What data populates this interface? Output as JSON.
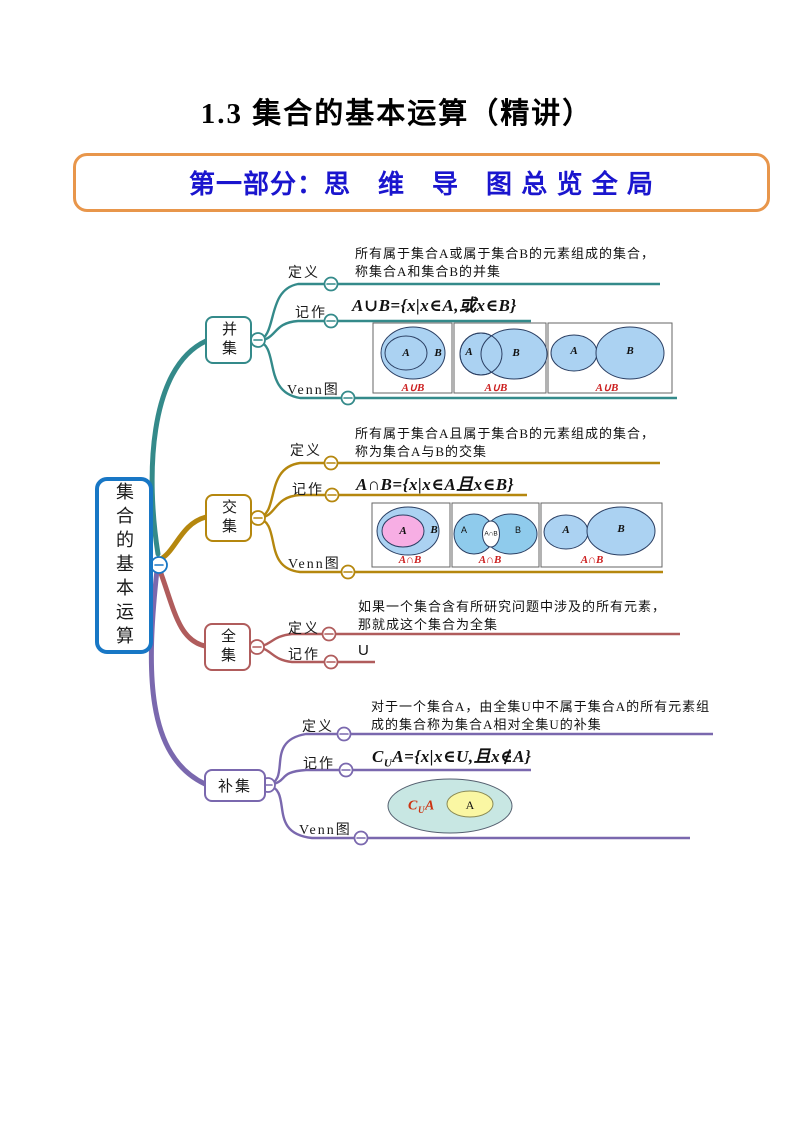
{
  "page": {
    "title": "1.3 集合的基本运算（精讲）",
    "banner": "第一部分：思　维　导　图 总 览 全 局"
  },
  "colors": {
    "union_branch": "#348A8A",
    "intersection_branch": "#B5870E",
    "universal_branch": "#B05C5C",
    "complement_branch": "#7A68AE",
    "root_border": "#1877C5",
    "banner_border": "#E8964B",
    "banner_text": "#1A15CE",
    "venn_blue_fill": "#ABD2F2",
    "venn_cyan_fill": "#8FCBEC",
    "venn_pink_fill": "#F7AEE4",
    "venn_teal_fill": "#C8E7E3",
    "venn_yellow_fill": "#FAF7A3",
    "venn_caption_red": "#CC1F1F"
  },
  "mindmap": {
    "root_label": "集合的基本运算",
    "union": {
      "node_label": "并集",
      "def_label": "定义",
      "notation_label": "记作",
      "venn_label": "Venn图",
      "definition_line1": "所有属于集合A或属于集合B的元素组成的集合，",
      "definition_line2": "称集合A和集合B的并集",
      "formula": "A∪B={x|x∈A,或x∈B}",
      "venn": {
        "a": "A",
        "b": "B",
        "caption": "A∪B"
      }
    },
    "intersection": {
      "node_label": "交集",
      "def_label": "定义",
      "notation_label": "记作",
      "venn_label": "Venn图",
      "definition_line1": "所有属于集合A且属于集合B的元素组成的集合，",
      "definition_line2": "称为集合A与B的交集",
      "formula": "A∩B={x|x∈A且x∈B}",
      "venn": {
        "a": "A",
        "b": "B",
        "caption": "A∩B",
        "lens": "A∩B"
      }
    },
    "universal": {
      "node_label": "全集",
      "def_label": "定义",
      "notation_label": "记作",
      "definition_line1": "如果一个集合含有所研究问题中涉及的所有元素，",
      "definition_line2": "那就成这个集合为全集",
      "notation_value": "U"
    },
    "complement": {
      "node_label": "补集",
      "def_label": "定义",
      "notation_label": "记作",
      "venn_label": "Venn图",
      "definition_line1": "对于一个集合A，由全集U中不属于集合A的所有元素组",
      "definition_line2": "成的集合称为集合A相对全集U的补集",
      "formula_c": "C",
      "formula_sub": "U",
      "formula_rest": "A={x|x∈U,且x∉A}",
      "venn": {
        "cu_c": "C",
        "cu_sub": "U",
        "cu_a": "A",
        "inner": "A"
      }
    }
  }
}
